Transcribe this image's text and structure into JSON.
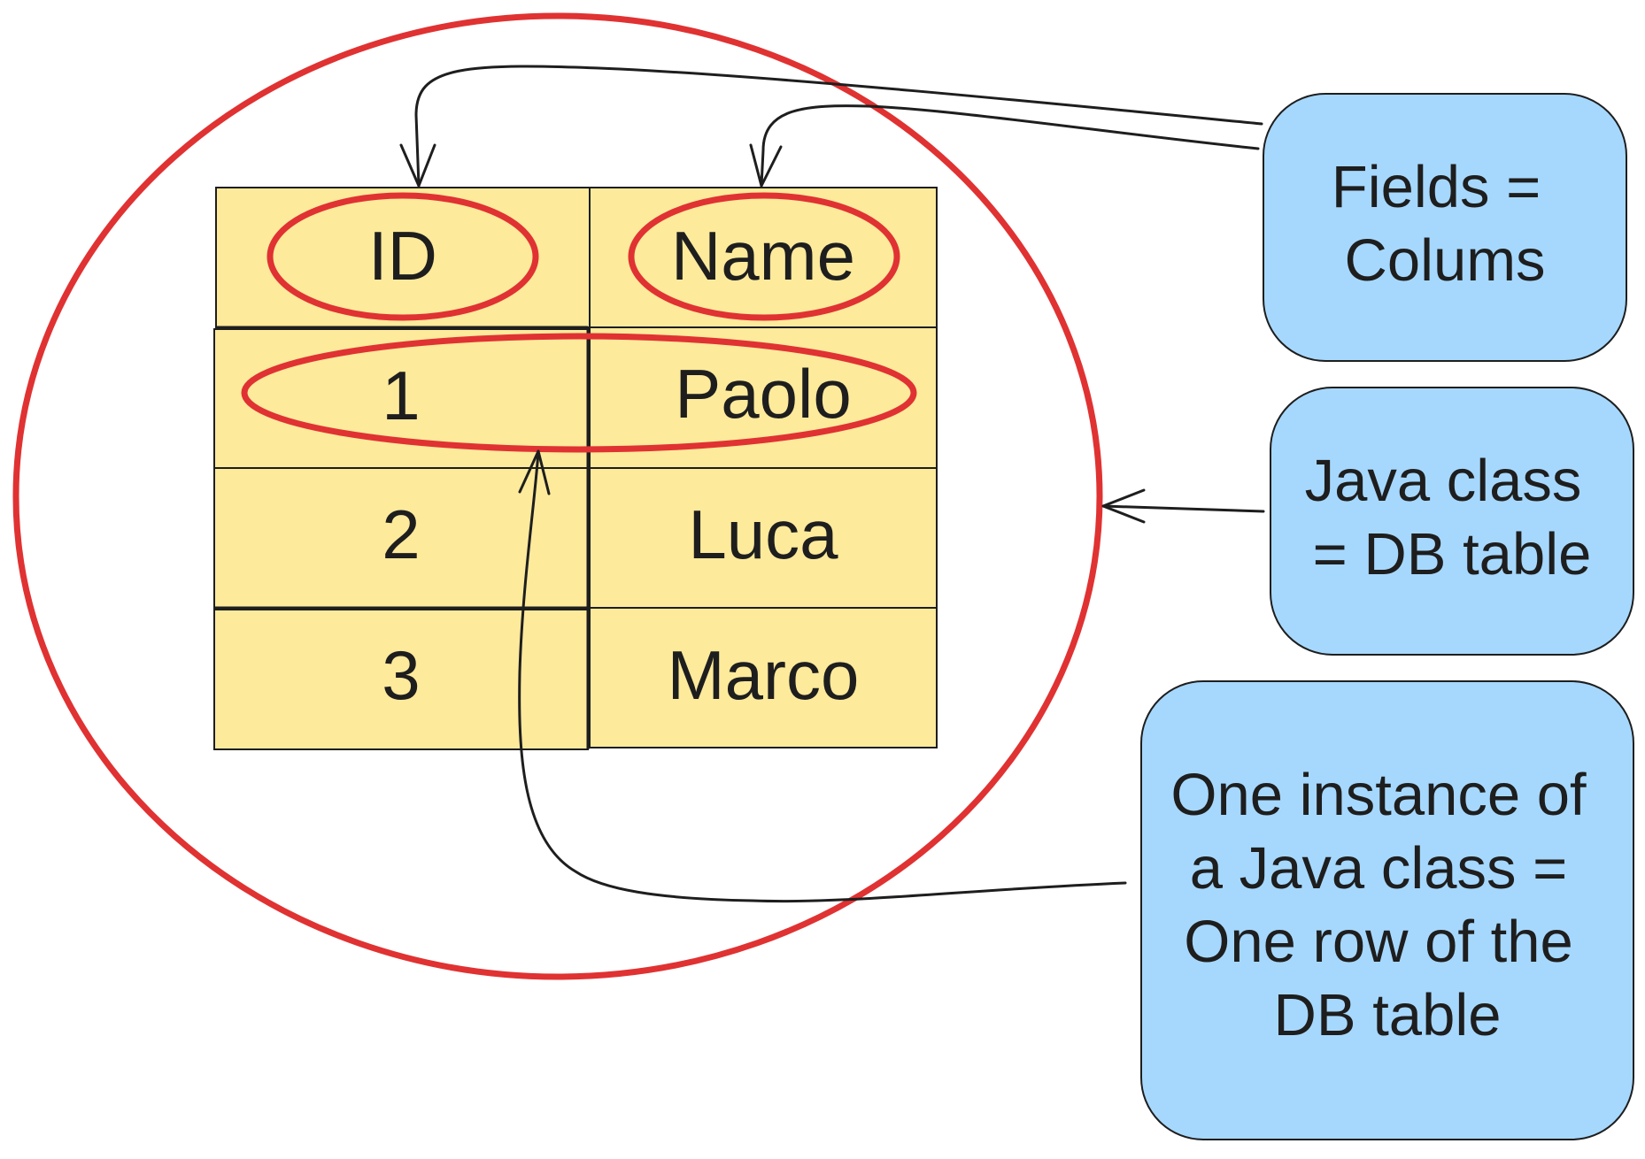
{
  "colors": {
    "table_fill": "#fdea9b",
    "note_fill": "#a6d8fe",
    "highlight": "#e03232",
    "stroke": "#1e1e1e"
  },
  "table": {
    "headers": [
      "ID",
      "Name"
    ],
    "rows": [
      [
        "1",
        "Paolo"
      ],
      [
        "2",
        "Luca"
      ],
      [
        "3",
        "Marco"
      ]
    ]
  },
  "notes": {
    "fields": {
      "lines": [
        "Fields =",
        "Colums"
      ]
    },
    "class": {
      "lines": [
        "Java class",
        "= DB table"
      ]
    },
    "instance": {
      "lines": [
        "One instance of",
        "a Java class =",
        "One row of the",
        "DB table"
      ]
    }
  }
}
